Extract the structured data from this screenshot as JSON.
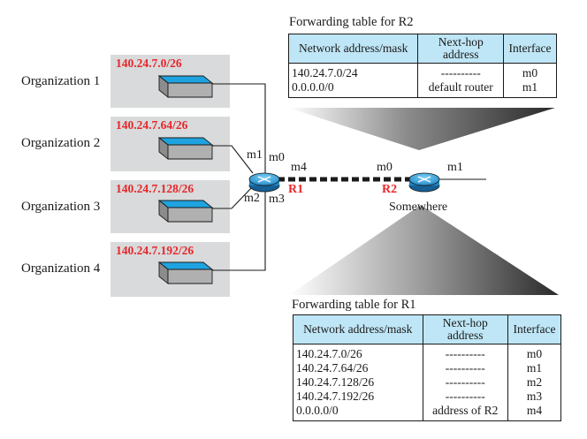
{
  "organizations": [
    {
      "label": "Organization 1",
      "network": "140.24.7.0/26"
    },
    {
      "label": "Organization 2",
      "network": "140.24.7.64/26"
    },
    {
      "label": "Organization 3",
      "network": "140.24.7.128/26"
    },
    {
      "label": "Organization 4",
      "network": "140.24.7.192/26"
    }
  ],
  "routers": {
    "r1": {
      "name": "R1",
      "ports": {
        "m0": "m0",
        "m1": "m1",
        "m2": "m2",
        "m3": "m3",
        "m4": "m4"
      }
    },
    "r2": {
      "name": "R2",
      "ports": {
        "m0": "m0",
        "m1": "m1"
      }
    }
  },
  "somewhere": "Somewhere",
  "tables": {
    "r2": {
      "title": "Forwarding table for R2",
      "headers": {
        "network": "Network address/mask",
        "nexthop": "Next-hop address",
        "iface": "Interface"
      },
      "rows": [
        {
          "network": "140.24.7.0/24",
          "nexthop": "----------",
          "iface": "m0"
        },
        {
          "network": "0.0.0.0/0",
          "nexthop": "default router",
          "iface": "m1"
        }
      ]
    },
    "r1": {
      "title": "Forwarding table for R1",
      "headers": {
        "network": "Network address/mask",
        "nexthop": "Next-hop address",
        "iface": "Interface"
      },
      "rows": [
        {
          "network": "140.24.7.0/26",
          "nexthop": "----------",
          "iface": "m0"
        },
        {
          "network": "140.24.7.64/26",
          "nexthop": "----------",
          "iface": "m1"
        },
        {
          "network": "140.24.7.128/26",
          "nexthop": "----------",
          "iface": "m2"
        },
        {
          "network": "140.24.7.192/26",
          "nexthop": "----------",
          "iface": "m3"
        },
        {
          "network": "0.0.0.0/0",
          "nexthop": "address of R2",
          "iface": "m4"
        }
      ]
    }
  },
  "colors": {
    "org_panel": "#d9dadb",
    "switch_top": "#1fa3e0",
    "router_fill": "#2fa5e3",
    "header_fill": "#bfe6f6",
    "red_label": "#e8262b"
  }
}
